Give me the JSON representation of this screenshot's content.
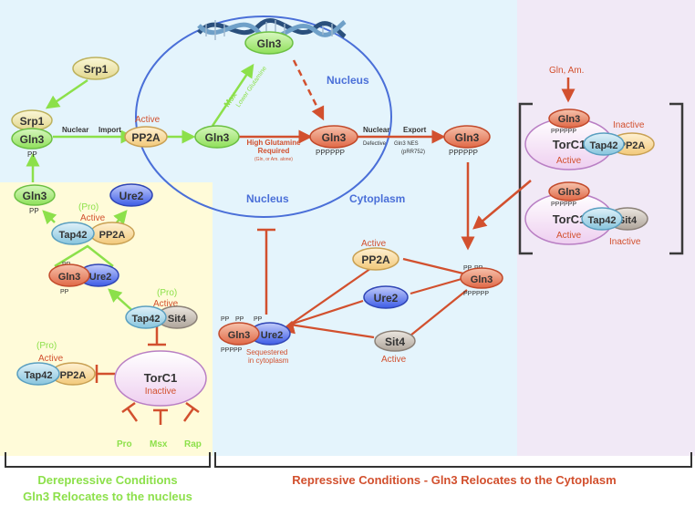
{
  "colors": {
    "green": "#8ce04a",
    "red": "#d2502e",
    "blue": "#4a6fd8",
    "yellow_bg": "#fffbd9",
    "blue_bg": "#e4f4fc",
    "purple_bg": "#f1e9f6"
  },
  "proteins": {
    "gln3": "Gln3",
    "ure2": "Ure2",
    "pp2a": "PP2A",
    "sit4": "Sit4",
    "tap42": "Tap42",
    "srp1": "Srp1",
    "torc1": "TorC1"
  },
  "phospho": {
    "p": "P",
    "pp": "PP",
    "ppppp": "PPPPP",
    "pppppp": "PPPPPP"
  },
  "states": {
    "active": "Active",
    "inactive": "Inactive",
    "pro": "(Pro)"
  },
  "compartments": {
    "nucleus": "Nucleus",
    "cytoplasm": "Cytoplasm"
  },
  "flow": {
    "nuclear": "Nuclear",
    "import": "Import",
    "export": "Export",
    "defective": "Defective",
    "nes": "Gln3 NES",
    "plasmid": "(pRR752)",
    "high_gln": "High Glutamine",
    "required": "Required",
    "gln_am_alone": "(Gln, or Am. alone)",
    "msx": "Msx",
    "lower_gln": "Lower Glutamine",
    "gln_am": "Gln, Am.",
    "sequestered": "Sequestered",
    "in_cytoplasm": "in cytoplasm"
  },
  "inhibitors": {
    "pro": "Pro",
    "msx": "Msx",
    "rap": "Rap"
  },
  "footer": {
    "derepressive_1": "Derepressive Conditions",
    "derepressive_2": "Gln3 Relocates to the nucleus",
    "repressive": "Repressive Conditions -  Gln3 Relocates to the Cytoplasm"
  }
}
